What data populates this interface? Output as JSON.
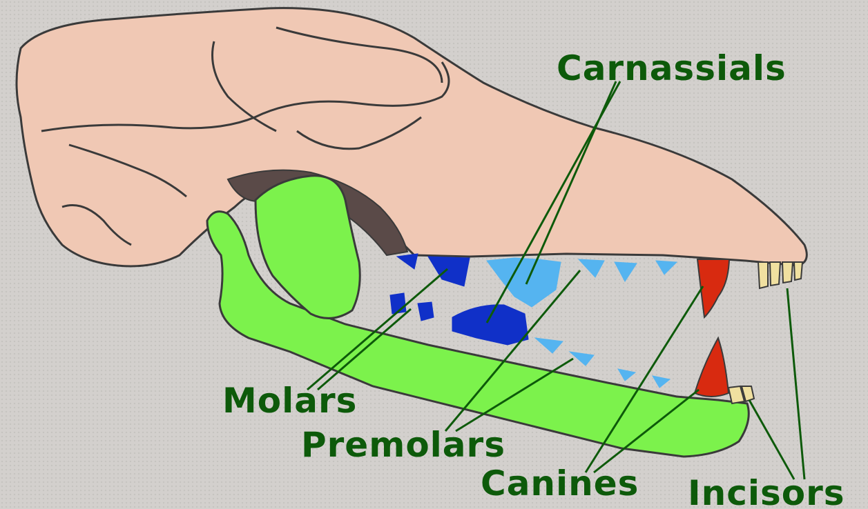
{
  "labels": {
    "carnassials": "Carnassials",
    "molars": "Molars",
    "premolars": "Premolars",
    "canines": "Canines",
    "incisors": "Incisors"
  },
  "colors": {
    "skull": "#f0c8b4",
    "jaw": "#7cf24c",
    "molars": "#1030c8",
    "premolars": "#55b4f0",
    "canines": "#d82a10",
    "incisors": "#f0e0a0",
    "label_text": "#0d5a0a",
    "outline": "#3a3a3a"
  }
}
